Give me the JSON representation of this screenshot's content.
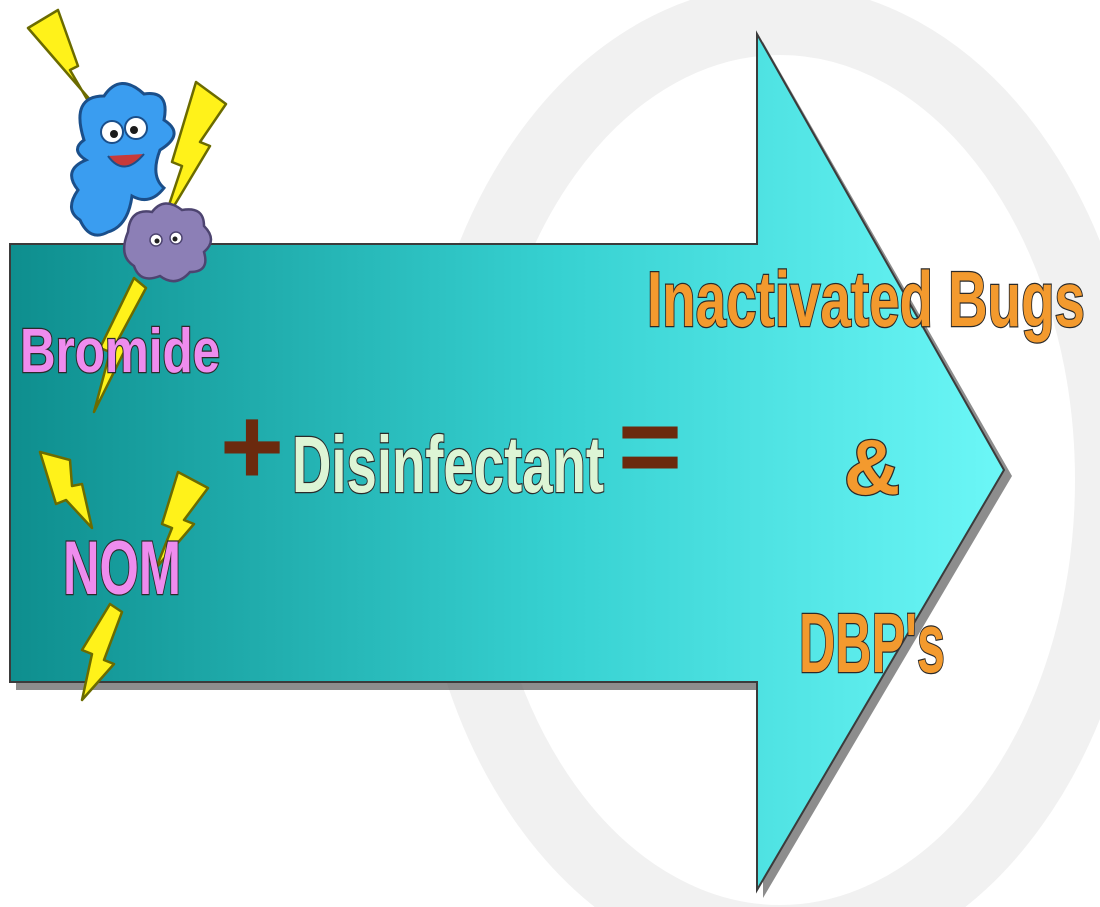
{
  "diagram": {
    "inputs": {
      "bromide": "Bromide",
      "nom": "NOM"
    },
    "operator_plus": "+",
    "disinfectant": "Disinfectant",
    "operator_equals": "=",
    "outputs": {
      "line1": "Inactivated Bugs",
      "line2": "&",
      "line3": "DBP's"
    },
    "icons": {
      "bug_blue": "blue-cartoon-bug-icon",
      "bug_purple": "purple-cartoon-bug-icon",
      "lightning": "lightning-bolt-icon"
    }
  },
  "colors": {
    "arrow_dark": "#0E8E8E",
    "arrow_light": "#66F5F5",
    "bromide_fill": "#EE8CEE",
    "nom_fill": "#EE8CEE",
    "disinfectant_fill": "#DDF5D5",
    "operator": "#6B2A0E",
    "output_fill": "#F39A2E",
    "lightning": "#FFF21A",
    "bug_blue": "#3A9DF0",
    "bug_purple": "#8C7FB6"
  }
}
